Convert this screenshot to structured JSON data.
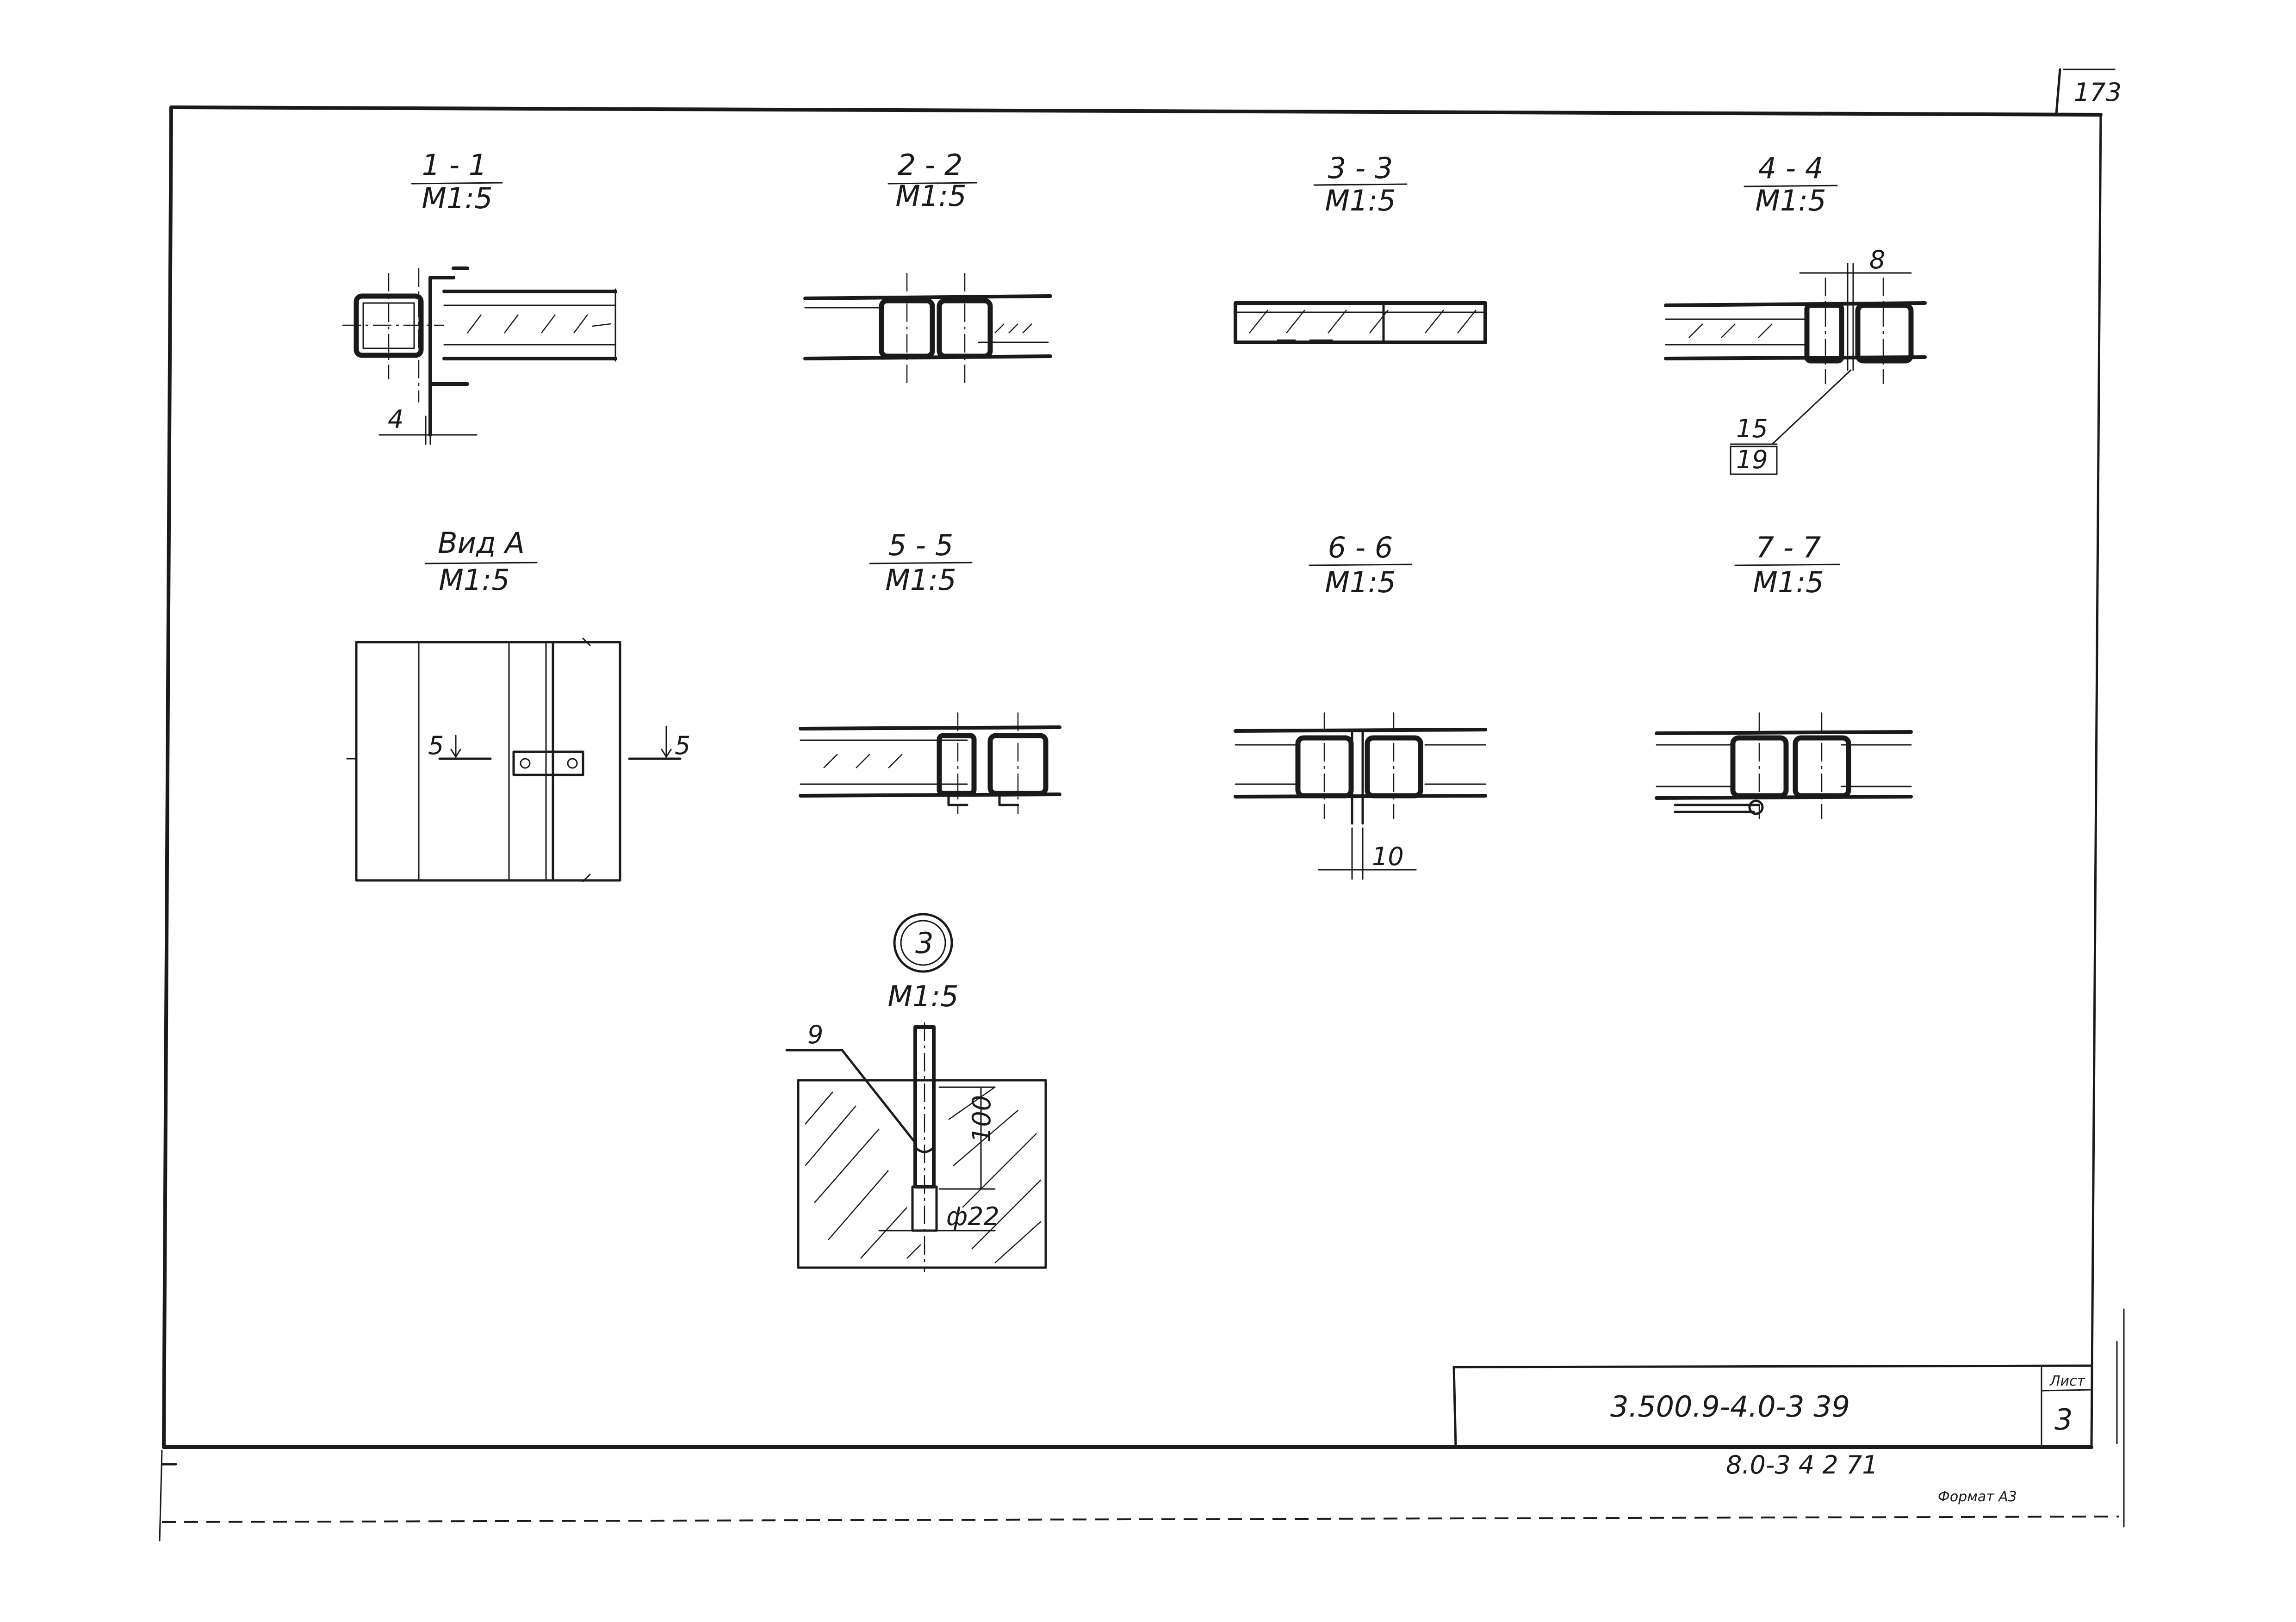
{
  "sheet": {
    "page_number": "173",
    "document_code": "3.500.9-4.0-3 39",
    "sheet_label": "Лист",
    "sheet_number": "3",
    "footer_code": "8.0-3  4  2  71",
    "format_label": "Формат А3"
  },
  "views": [
    {
      "id": "1-1",
      "label": "1 - 1",
      "scale": "М1:5"
    },
    {
      "id": "2-2",
      "label": "2 - 2",
      "scale": "М1:5"
    },
    {
      "id": "3-3",
      "label": "3 - 3",
      "scale": "М1:5"
    },
    {
      "id": "4-4",
      "label": "4 - 4",
      "scale": "М1:5"
    },
    {
      "id": "vid-a",
      "label": "Вид А",
      "scale": "М1:5"
    },
    {
      "id": "5-5",
      "label": "5 - 5",
      "scale": "М1:5"
    },
    {
      "id": "6-6",
      "label": "6 - 6",
      "scale": "М1:5"
    },
    {
      "id": "7-7",
      "label": "7 - 7",
      "scale": "М1:5"
    }
  ],
  "detail": {
    "number": "3",
    "scale": "М1:5"
  },
  "annotations": {
    "dim_4": "4",
    "dim_8": "8",
    "callout_15": "15",
    "callout_19": "19",
    "cut_mark_5_left": "5",
    "cut_mark_5_right": "5",
    "dim_10": "10",
    "leader_9": "9",
    "dim_100": "100",
    "dim_d22": "ф22"
  }
}
